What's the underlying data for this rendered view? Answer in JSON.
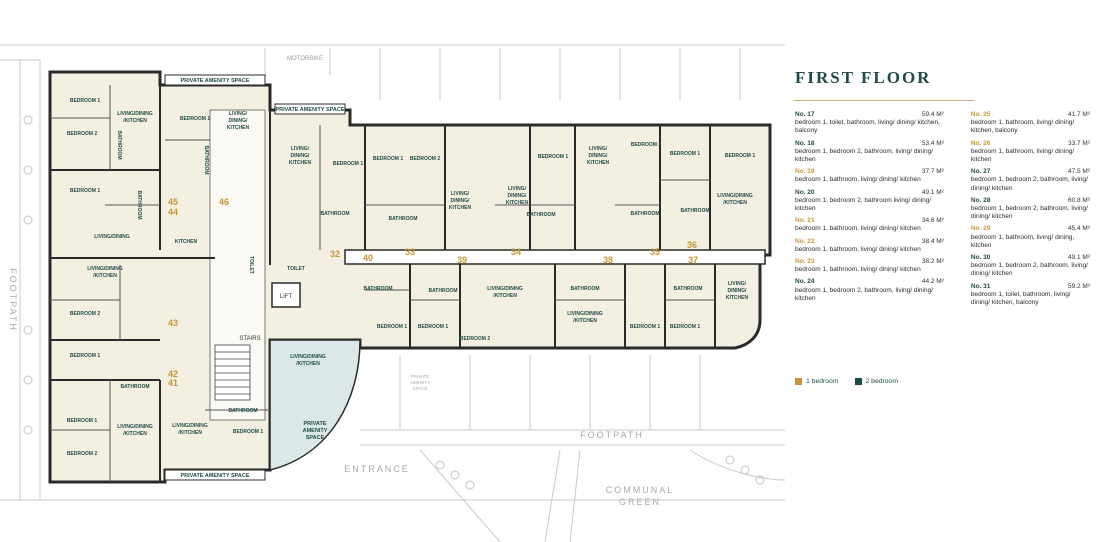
{
  "title": "FIRST FLOOR",
  "colors": {
    "one_bed": "#c9943a",
    "two_bed": "#1f4a48",
    "wall": "#2a2a2a",
    "fill": "#f3f0e2",
    "amenity": "#dce8e8"
  },
  "site": {
    "motorbike": "MOTORBIKE",
    "footpath_left": "FOOTPATH",
    "footpath_bottom": "FOOTPATH",
    "entrance": "ENTRANCE",
    "green_line1": "COMMUNAL",
    "green_line2": "GREEN",
    "amenity_top_left": "PRIVATE AMENITY SPACE",
    "amenity_top_mid": "PRIVATE AMENITY SPACE",
    "amenity_bottom": "PRIVATE AMENITY SPACE",
    "amenity_quarter_1": "PRIVATE",
    "amenity_quarter_2": "AMENITY",
    "amenity_quarter_3": "SPACE",
    "amenity_small_1": "PRIVATE",
    "amenity_small_2": "AMENITY",
    "amenity_small_3": "SPACE",
    "stairs": "STAIRS",
    "lift": "LIFT"
  },
  "rooms": {
    "bedroom1": "BEDROOM 1",
    "bedroom2": "BEDROOM 2",
    "bathroom": "BATHROOM",
    "kitchen": "KITCHEN",
    "toilet": "TOILET",
    "living_dining": "LIVING/DINING",
    "ldk_a": "LIVING/DINING",
    "ldk_b": "/KITCHEN",
    "ldk_c": "LIVING/",
    "ldk_d": "DINING/",
    "ldk_e": "KITCHEN"
  },
  "unit_numbers": {
    "n17": "17",
    "n18": "18",
    "n19": "19",
    "n20": "20",
    "n21": "21",
    "n22": "22",
    "n23": "23",
    "n24": "24",
    "n25": "25",
    "n26": "26",
    "n27": "27",
    "n28": "28",
    "n29": "29",
    "n30": "30",
    "n31": "31",
    "n32": "32",
    "n33": "33",
    "n34": "34",
    "n35": "35",
    "n36": "36",
    "n37": "37",
    "n38": "38",
    "n39": "39",
    "n40": "40",
    "n41": "41",
    "n42": "42",
    "n43": "43",
    "n44": "44",
    "n45": "45",
    "n46": "46"
  },
  "schedule_left": [
    {
      "num": "No. 17",
      "area": "59.4 M²",
      "desc": "bedroom 1, toilet, bathroom, living/ dining/ kitchen, balcony",
      "type": "two"
    },
    {
      "num": "No. 18",
      "area": "53.4 M²",
      "desc": "bedroom 1, bedroom 2, bathroom, living/ dining/ kitchen",
      "type": "two"
    },
    {
      "num": "No. 19",
      "area": "37.7 M²",
      "desc": "bedroom 1, bathroom, living/ dining/ kitchen",
      "type": "one"
    },
    {
      "num": "No. 20",
      "area": "49.1 M²",
      "desc": "bedroom 1, bedroom 2, bathroom living/ dining/ kitchen",
      "type": "two"
    },
    {
      "num": "No. 21",
      "area": "34.6 M²",
      "desc": "bedroom 1, bathroom, living/ dining/ kitchen",
      "type": "one"
    },
    {
      "num": "No. 22",
      "area": "38.4 M²",
      "desc": "bedroom 1, bathroom, living/ dining/ kitchen",
      "type": "one"
    },
    {
      "num": "No. 23",
      "area": "38.2 M²",
      "desc": "bedroom 1, bathroom, living/ dining/ kitchen",
      "type": "one"
    },
    {
      "num": "No. 24",
      "area": "44.2 M²",
      "desc": "bedroom 1, bedroom 2, bathroom, living/ dining/ kitchen",
      "type": "two"
    }
  ],
  "schedule_right": [
    {
      "num": "No. 25",
      "area": "41.7 M²",
      "desc": "bedroom 1, bathroom, living/ dining/ kitchen, balcony",
      "type": "one"
    },
    {
      "num": "No. 26",
      "area": "33.7 M²",
      "desc": "bedroom 1, bathroom, living/ dining/ kitchen",
      "type": "one"
    },
    {
      "num": "No. 27",
      "area": "47.5 M²",
      "desc": "bedroom 1, bedroom 2, bathroom, living/ dining/ kitchen",
      "type": "two"
    },
    {
      "num": "No. 28",
      "area": "60.8 M²",
      "desc": "bedroom 1, bedroom 2, bathroom, living/ dining/ kitchen",
      "type": "two"
    },
    {
      "num": "No. 29",
      "area": "45.4 M²",
      "desc": "bedroom 1, bathroom, living/ dining, kitchen",
      "type": "one"
    },
    {
      "num": "No. 30",
      "area": "49.1 M²",
      "desc": "bedroom 1, bedroom 2, bathroom, living/ dining/ kitchen",
      "type": "two"
    },
    {
      "num": "No. 31",
      "area": "59.2 M²",
      "desc": "bedroom 1, toilet, bathroom, living/ dining/ kitchen, balcony",
      "type": "two"
    }
  ],
  "legend": {
    "one_bed": "1 bedroom",
    "two_bed": "2 bedroom"
  }
}
